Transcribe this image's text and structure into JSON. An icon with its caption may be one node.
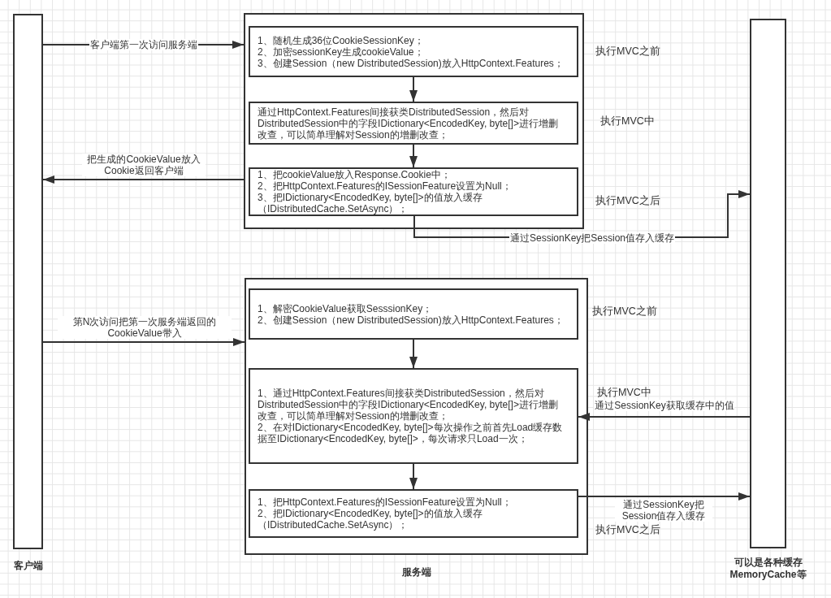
{
  "diagram": {
    "nodes": [
      {
        "text": [
          "客户端"
        ]
      },
      {
        "text": [],
        "shape": "box"
      },
      {
        "text": [
          "1、随机生成36位CookieSessionKey；",
          "2、加密sessionKey生成cookieValue；",
          "3、创建Session（new DistributedSession)放入HttpContext.Features；"
        ],
        "in": 1,
        "beside": [
          "执行MVC之前"
        ]
      },
      {
        "text": [
          "通过HttpContext.Features间接获类DistributedSession，然后对DistributedSession中的字段IDictionary<EncodedKey, byte[]>进行增删改查，可以简单理解对Session的增删改查；"
        ],
        "in": 1,
        "beside": [
          "执行MVC中"
        ]
      },
      {
        "text": [
          "1、把cookieValue放入Response.Cookie中；",
          "2、把HttpContext.Features的ISessionFeature设置为Null；",
          "3、把IDictionary<EncodedKey, byte[]>的值放入缓存（IDistributedCache.SetAsync）；"
        ],
        "in": 1,
        "beside": [
          "执行MVC之后"
        ]
      },
      {
        "text": [
          "服务端"
        ]
      },
      {
        "text": [
          "1、解密CookieValue获取SesssionKey；",
          "2、创建Session（new DistributedSession)放入HttpContext.Features；"
        ],
        "in": 5,
        "beside": [
          "执行MVC之前"
        ]
      },
      {
        "text": [
          "1、通过HttpContext.Features间接获类DistributedSession，然后对DistributedSession中的字段IDictionary<EncodedKey, byte[]>进行增删改查，可以简单理解对Session的增删改查；",
          "2、在对IDictionary<EncodedKey, byte[]>每次操作之前首先Load缓存数据至IDictionary<EncodedKey, byte[]>，每次请求只Load一次；"
        ],
        "in": 5,
        "beside": [
          "执行MVC中"
        ]
      },
      {
        "text": [
          "1、把HttpContext.Features的ISessionFeature设置为Null；",
          "2、把IDictionary<EncodedKey, byte[]>的值放入缓存（IDistributedCache.SetAsync）；"
        ],
        "in": 5,
        "beside": [
          "执行MVC之后"
        ]
      },
      {
        "text": [
          "可以是各种缓存",
          "MemoryCache等"
        ]
      }
    ],
    "edges": [
      {
        "from": 0,
        "to": 1,
        "arrow": "to",
        "label": "客户端第一次访问服务端"
      },
      {
        "from": 2,
        "to": 3,
        "arrow": "to"
      },
      {
        "from": 3,
        "to": 4,
        "arrow": "to"
      },
      {
        "from": 1,
        "to": 0,
        "arrow": "to",
        "label": "把生成的CookieValue放入Cookie返回客户端"
      },
      {
        "from": 4,
        "to": 9,
        "arrow": "to",
        "label": "通过SessionKey把Session值存入缓存"
      },
      {
        "from": 0,
        "to": 5,
        "arrow": "to",
        "label": "第N次访问把第一次服务端返回的CookieValue带入"
      },
      {
        "from": 6,
        "to": 7,
        "arrow": "to"
      },
      {
        "from": 7,
        "to": 8,
        "arrow": "to"
      },
      {
        "from": 9,
        "to": 7,
        "arrow": "to",
        "label": "通过SessionKey获取缓存中的值"
      },
      {
        "from": 8,
        "to": 9,
        "arrow": "to",
        "label": "通过SessionKey把Session值存入缓存"
      }
    ]
  }
}
